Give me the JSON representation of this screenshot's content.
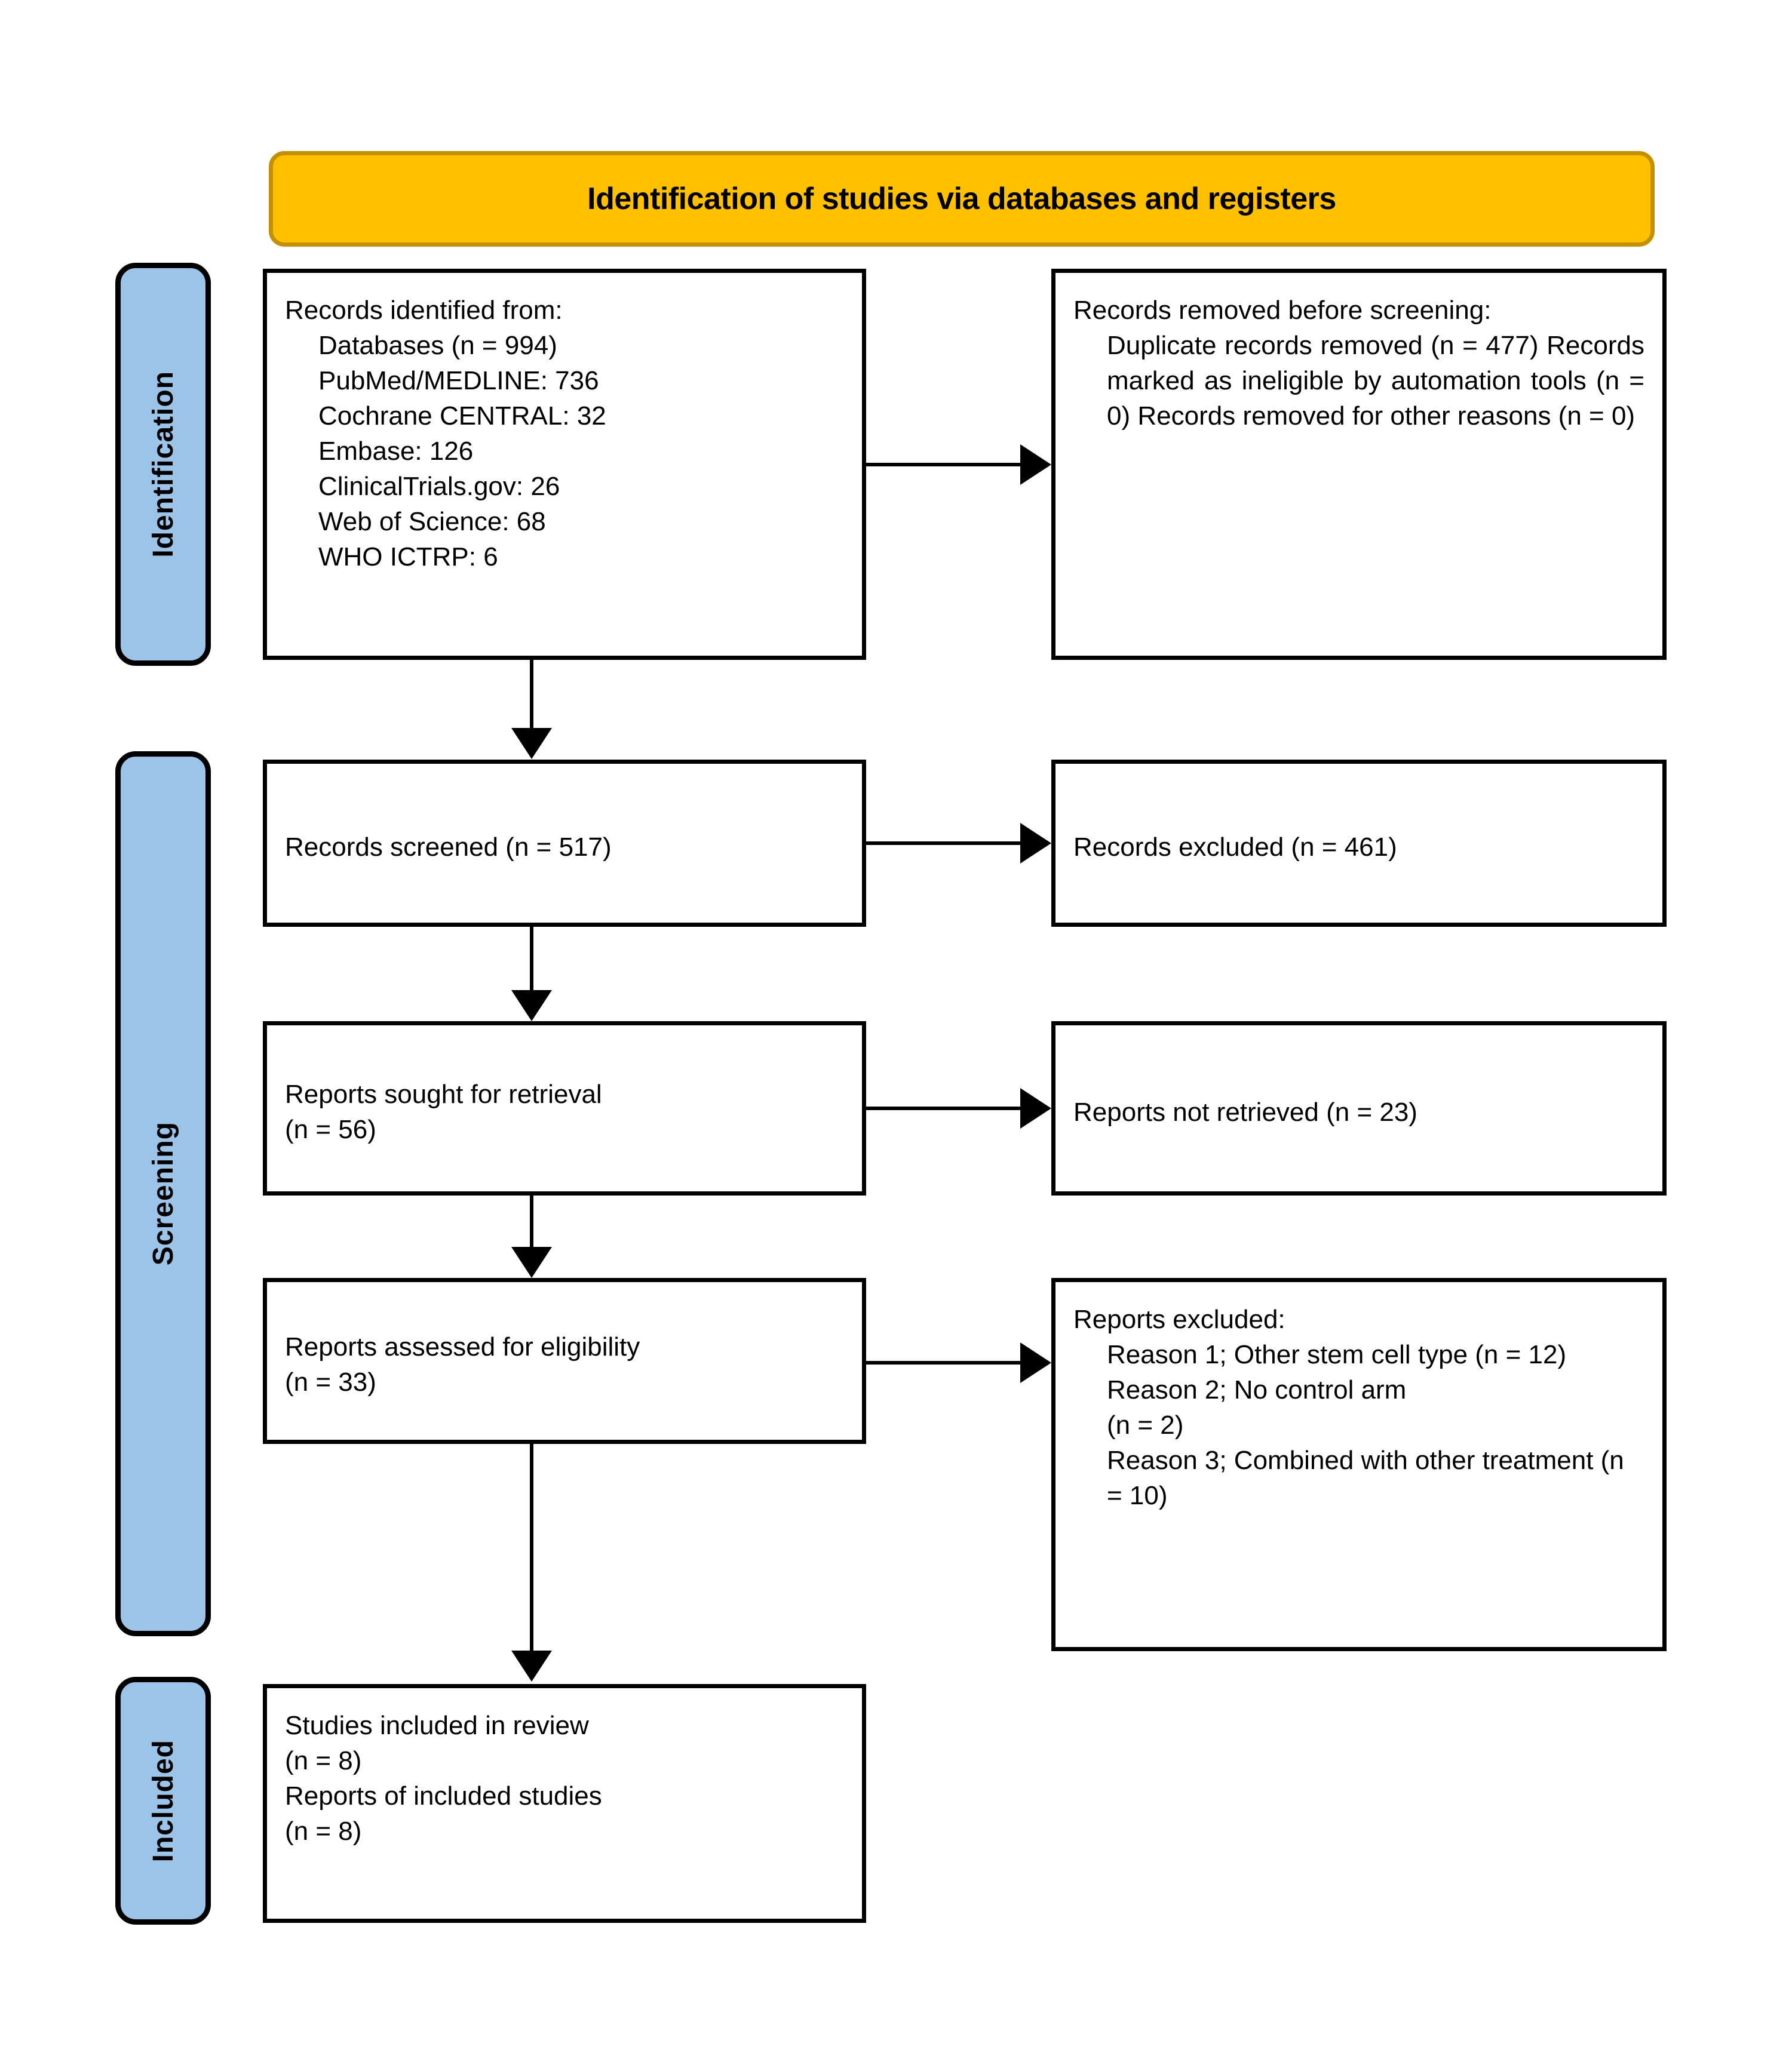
{
  "banner": {
    "title": "Identification of studies via databases and registers",
    "fill_color": "#FFC000",
    "border_color": "#C49000"
  },
  "bands": {
    "fill_color": "#9CC3E8",
    "identification": "Identification",
    "screening": "Screening",
    "included": "Included"
  },
  "boxes": {
    "records_identified": "Records identified from:",
    "records_identified_details": "Databases (n = 994)\nPubMed/MEDLINE: 736\nCochrane CENTRAL: 32\nEmbase: 126\nClinicalTrials.gov: 26\nWeb of Science: 68\nWHO ICTRP: 6",
    "records_removed": "Records removed before screening:",
    "records_removed_details": "Duplicate records removed (n = 477) Records marked as ineligible by automation tools (n = 0) Records removed for other reasons (n = 0)",
    "records_screened": "Records screened (n = 517)",
    "records_excluded": "Records excluded (n = 461)",
    "reports_sought": "Reports sought for retrieval\n(n = 56)",
    "reports_not_retrieved": "Reports not retrieved (n = 23)",
    "reports_assessed": "Reports assessed for eligibility\n(n = 33)",
    "reports_excluded": "Reports excluded:",
    "reports_excluded_details": "Reason 1; Other stem cell type (n = 12)\nReason 2; No control arm\n(n = 2)\nReason 3; Combined with other treatment (n = 10)",
    "studies_included": "Studies included in review\n(n = 8)\nReports of included studies\n(n = 8)"
  },
  "chart_data": {
    "type": "diagram",
    "title": "Identification of studies via databases and registers",
    "stages": [
      "Identification",
      "Screening",
      "Included"
    ],
    "nodes": [
      {
        "id": "records_identified",
        "stage": "Identification",
        "column": "left",
        "value": 994,
        "breakdown": {
          "Databases": 994,
          "PubMed/MEDLINE": 736,
          "Cochrane CENTRAL": 32,
          "Embase": 126,
          "ClinicalTrials.gov": 26,
          "Web of Science": 68,
          "WHO ICTRP": 6
        }
      },
      {
        "id": "records_removed",
        "stage": "Identification",
        "column": "right",
        "breakdown": {
          "Duplicate records removed": 477,
          "Records marked as ineligible by automation tools": 0,
          "Records removed for other reasons": 0
        }
      },
      {
        "id": "records_screened",
        "stage": "Screening",
        "column": "left",
        "value": 517
      },
      {
        "id": "records_excluded",
        "stage": "Screening",
        "column": "right",
        "value": 461
      },
      {
        "id": "reports_sought",
        "stage": "Screening",
        "column": "left",
        "value": 56
      },
      {
        "id": "reports_not_retrieved",
        "stage": "Screening",
        "column": "right",
        "value": 23
      },
      {
        "id": "reports_assessed",
        "stage": "Screening",
        "column": "left",
        "value": 33
      },
      {
        "id": "reports_excluded",
        "stage": "Screening",
        "column": "right",
        "breakdown": {
          "Reason 1; Other stem cell type": 12,
          "Reason 2; No control arm": 2,
          "Reason 3; Combined with other treatment": 10
        }
      },
      {
        "id": "studies_included",
        "stage": "Included",
        "column": "left",
        "breakdown": {
          "Studies included in review": 8,
          "Reports of included studies": 8
        }
      }
    ],
    "edges": [
      {
        "from": "records_identified",
        "to": "records_removed",
        "direction": "horizontal"
      },
      {
        "from": "records_identified",
        "to": "records_screened",
        "direction": "vertical"
      },
      {
        "from": "records_screened",
        "to": "records_excluded",
        "direction": "horizontal"
      },
      {
        "from": "records_screened",
        "to": "reports_sought",
        "direction": "vertical"
      },
      {
        "from": "reports_sought",
        "to": "reports_not_retrieved",
        "direction": "horizontal"
      },
      {
        "from": "reports_sought",
        "to": "reports_assessed",
        "direction": "vertical"
      },
      {
        "from": "reports_assessed",
        "to": "reports_excluded",
        "direction": "horizontal"
      },
      {
        "from": "reports_assessed",
        "to": "studies_included",
        "direction": "vertical"
      }
    ]
  }
}
